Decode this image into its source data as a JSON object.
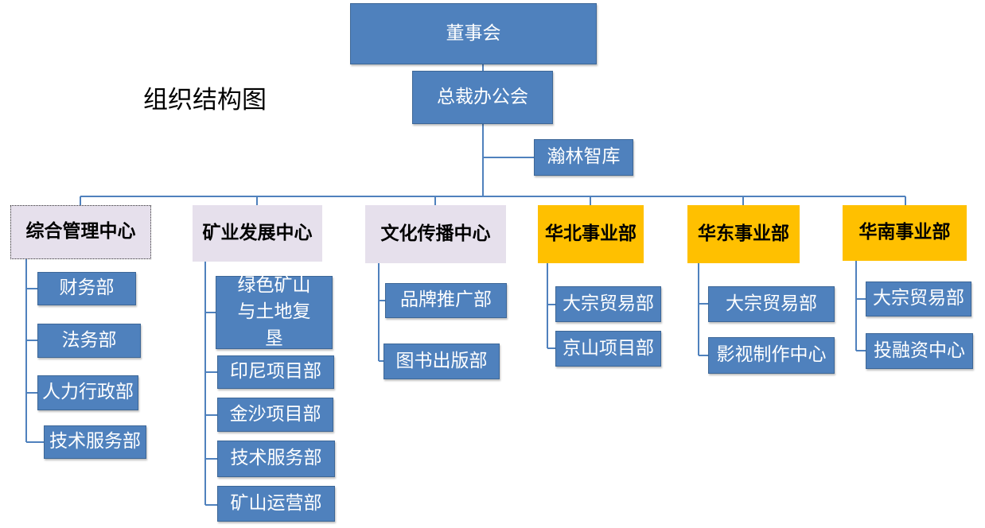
{
  "title": "组织结构图",
  "top": {
    "board": "董事会",
    "president_office": "总裁办公会",
    "think_tank": "瀚林智库"
  },
  "centers": [
    {
      "name": "综合管理中心",
      "style": "lavender",
      "departments": [
        "财务部",
        "法务部",
        "人力行政部",
        "技术服务部"
      ]
    },
    {
      "name": "矿业发展中心",
      "style": "lavender",
      "departments": [
        "绿色矿山与土地复垦",
        "印尼项目部",
        "金沙项目部",
        "技术服务部",
        "矿山运营部"
      ]
    },
    {
      "name": "文化传播中心",
      "style": "lavender",
      "departments": [
        "品牌推广部",
        "图书出版部"
      ]
    },
    {
      "name": "华北事业部",
      "style": "gold",
      "departments": [
        "大宗贸易部",
        "京山项目部"
      ]
    },
    {
      "name": "华东事业部",
      "style": "gold",
      "departments": [
        "大宗贸易部",
        "影视制作中心"
      ]
    },
    {
      "name": "华南事业部",
      "style": "gold",
      "departments": [
        "大宗贸易部",
        "投融资中心"
      ]
    }
  ],
  "colors": {
    "box_blue": "#4f81bd",
    "center_lavender": "#e6e0ec",
    "division_gold": "#ffc000",
    "connector": "#4f81bd"
  }
}
